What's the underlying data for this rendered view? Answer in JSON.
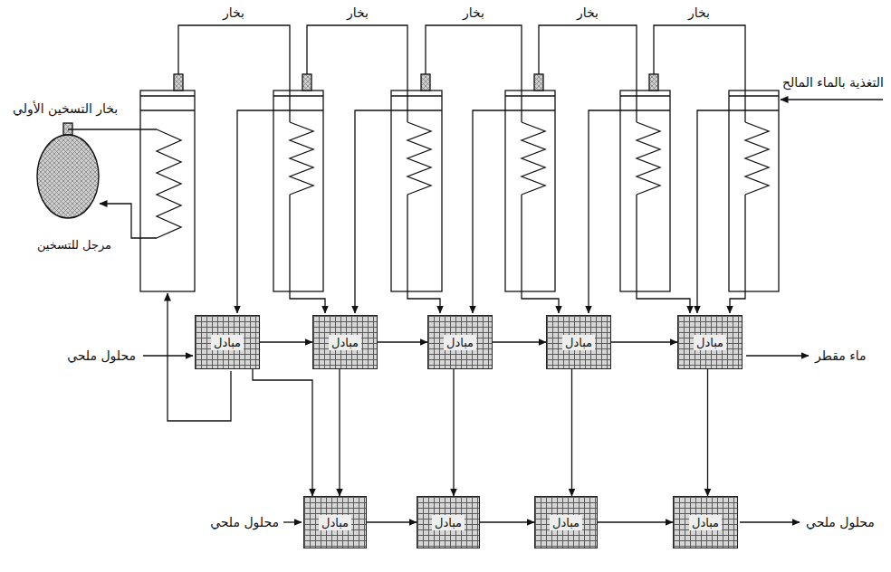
{
  "diagram": {
    "nodes": [
      {
        "text": [
          "مرجل للتسخين"
        ]
      },
      {
        "text": [
          "مبادل"
        ]
      },
      {
        "text": [
          "مبادل"
        ]
      },
      {
        "text": [
          "مبادل"
        ]
      },
      {
        "text": [
          "مبادل"
        ]
      },
      {
        "text": [
          "مبادل"
        ]
      },
      {
        "text": [
          "مبادل"
        ]
      },
      {
        "text": [
          "مبادل"
        ]
      },
      {
        "text": [
          "مبادل"
        ]
      },
      {
        "text": [
          "مبادل"
        ]
      }
    ],
    "edges": [
      {
        "from": 1,
        "to": 2,
        "arrow": "to"
      },
      {
        "from": 2,
        "to": 3,
        "arrow": "to"
      },
      {
        "from": 3,
        "to": 4,
        "arrow": "to"
      },
      {
        "from": 4,
        "to": 5,
        "arrow": "to"
      },
      {
        "from": 6,
        "to": 7,
        "arrow": "to"
      },
      {
        "from": 7,
        "to": 8,
        "arrow": "to"
      },
      {
        "from": 8,
        "to": 9,
        "arrow": "to"
      },
      {
        "from": 1,
        "to": 6,
        "arrow": "to"
      },
      {
        "from": 2,
        "to": 6,
        "arrow": "to"
      },
      {
        "from": 3,
        "to": 7,
        "arrow": "to"
      },
      {
        "from": 4,
        "to": 8,
        "arrow": "to"
      },
      {
        "from": 5,
        "to": 9,
        "arrow": "to"
      }
    ],
    "labels": [
      "بخار",
      "بخار",
      "بخار",
      "بخار",
      "بخار",
      "بخار التسخين الأولي",
      "التغذية بالماء المالح",
      "محلول ملحي",
      "ماء مقطر",
      "محلول ملحي",
      "محلول ملحي"
    ]
  }
}
